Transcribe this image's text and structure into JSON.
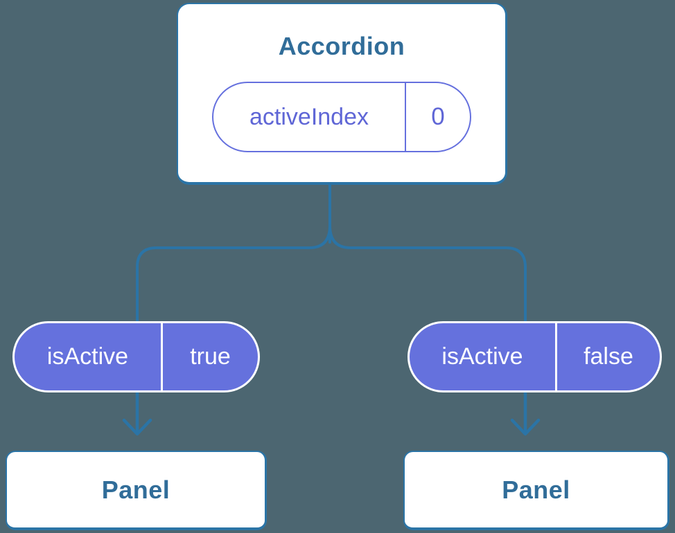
{
  "diagram": {
    "root": {
      "title": "Accordion",
      "pill": {
        "label": "activeIndex",
        "value": "0"
      }
    },
    "branches": [
      {
        "pill": {
          "label": "isActive",
          "value": "true"
        },
        "child": {
          "title": "Panel"
        }
      },
      {
        "pill": {
          "label": "isActive",
          "value": "false"
        },
        "child": {
          "title": "Panel"
        }
      }
    ]
  },
  "colors": {
    "background": "#4c6671",
    "node_background": "#ffffff",
    "node_border": "#2b74a6",
    "node_title_text": "#316d99",
    "connector": "#2b74a6",
    "state_pill_outline": "#6570de",
    "state_pill_text": "#5f66d6",
    "prop_pill_fill": "#6571dd",
    "prop_pill_divider": "#ffffff",
    "prop_pill_text": "#ffffff"
  }
}
